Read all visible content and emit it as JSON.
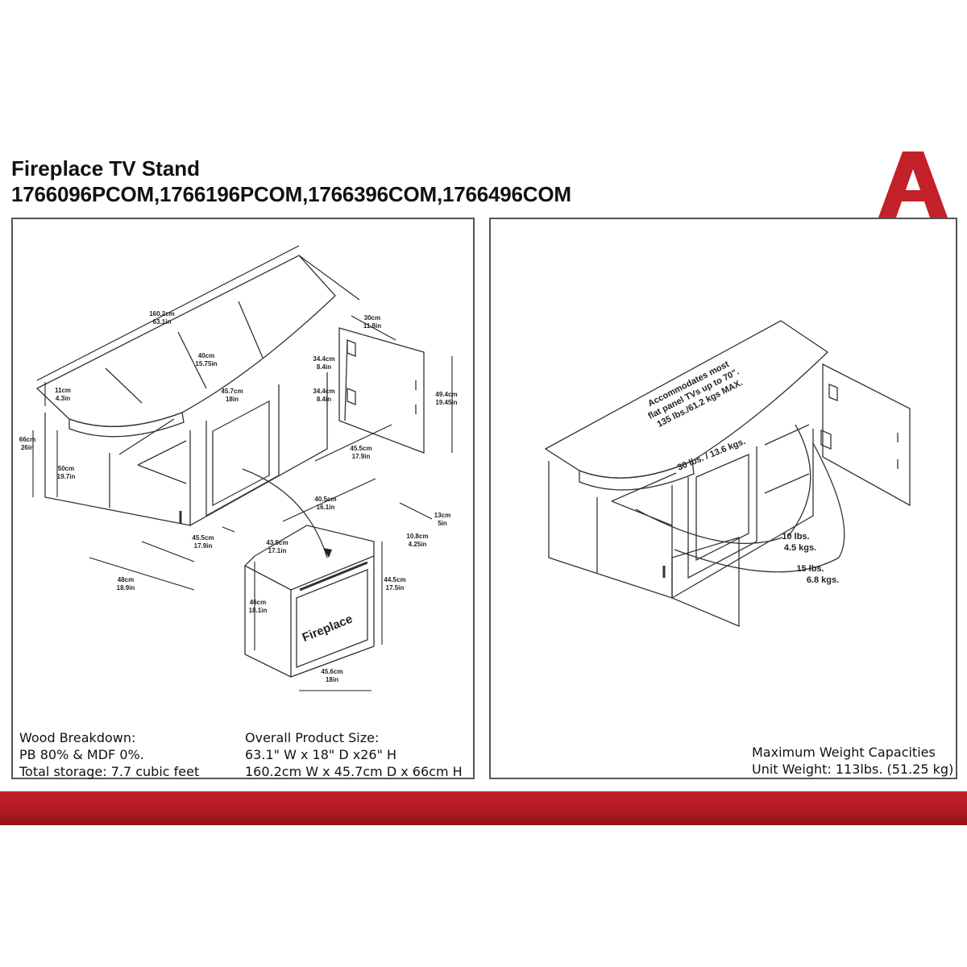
{
  "header": {
    "title": "Fireplace TV Stand",
    "models": "1766096PCOM,1766196PCOM,1766396COM,1766496COM"
  },
  "brand": {
    "logo_color": "#c4202a"
  },
  "left_panel": {
    "dims": {
      "overall_width": [
        "160.2cm",
        "63.1in"
      ],
      "shelf_depth": [
        "30cm",
        "11.8in"
      ],
      "center_width": [
        "40cm",
        "15.75in"
      ],
      "opening": [
        "45.7cm",
        "18in"
      ],
      "shelf_h1": [
        "34.4cm",
        "8.4in"
      ],
      "shelf_h2": [
        "34.4cm",
        "8.4in"
      ],
      "door_height": [
        "49.4cm",
        "19.45in"
      ],
      "top_height": [
        "11cm",
        "4.3in"
      ],
      "total_height": [
        "66cm",
        "26in"
      ],
      "cab_height": [
        "50cm",
        "19.7in"
      ],
      "cab_depth_right": [
        "45.5cm",
        "17.9in"
      ],
      "cab_depth_left": [
        "45.5cm",
        "17.9in"
      ],
      "base_width": [
        "48cm",
        "18.9in"
      ],
      "fp_top_width": [
        "40.5cm",
        "16.1in"
      ],
      "fp_top_depth": [
        "43.5cm",
        "17.1in"
      ],
      "fp_side1": [
        "13cm",
        "5in"
      ],
      "fp_side2": [
        "10.8cm",
        "4.25in"
      ],
      "fp_height_left": [
        "46cm",
        "18.1in"
      ],
      "fp_height_right": [
        "44.5cm",
        "17.5in"
      ],
      "fp_width": [
        "45.6cm",
        "18in"
      ]
    },
    "fireplace_label": "Fireplace",
    "wood_breakdown": [
      "Wood Breakdown:",
      "PB 80% & MDF 0%.",
      "Total storage: 7.7 cubic feet"
    ],
    "overall_size": [
      "Overall Product Size:",
      "63.1\" W x 18\" D x26\" H",
      "160.2cm W x 45.7cm D x 66cm H"
    ]
  },
  "right_panel": {
    "tv_note": [
      "Accommodates most",
      "flat panel TVs up to 70\".",
      "135 lbs./61.2 kgs MAX."
    ],
    "top_shelf": "30 lbs. / 13.6 kgs.",
    "shelf_a": [
      "10 lbs.",
      "4.5 kgs."
    ],
    "shelf_b": [
      "15 lbs.",
      "6.8 kgs."
    ],
    "capacities": [
      "Maximum Weight Capacities",
      "Unit Weight: 113lbs. (51.25 kg)"
    ]
  },
  "footer_bar_color": "#b01a22"
}
